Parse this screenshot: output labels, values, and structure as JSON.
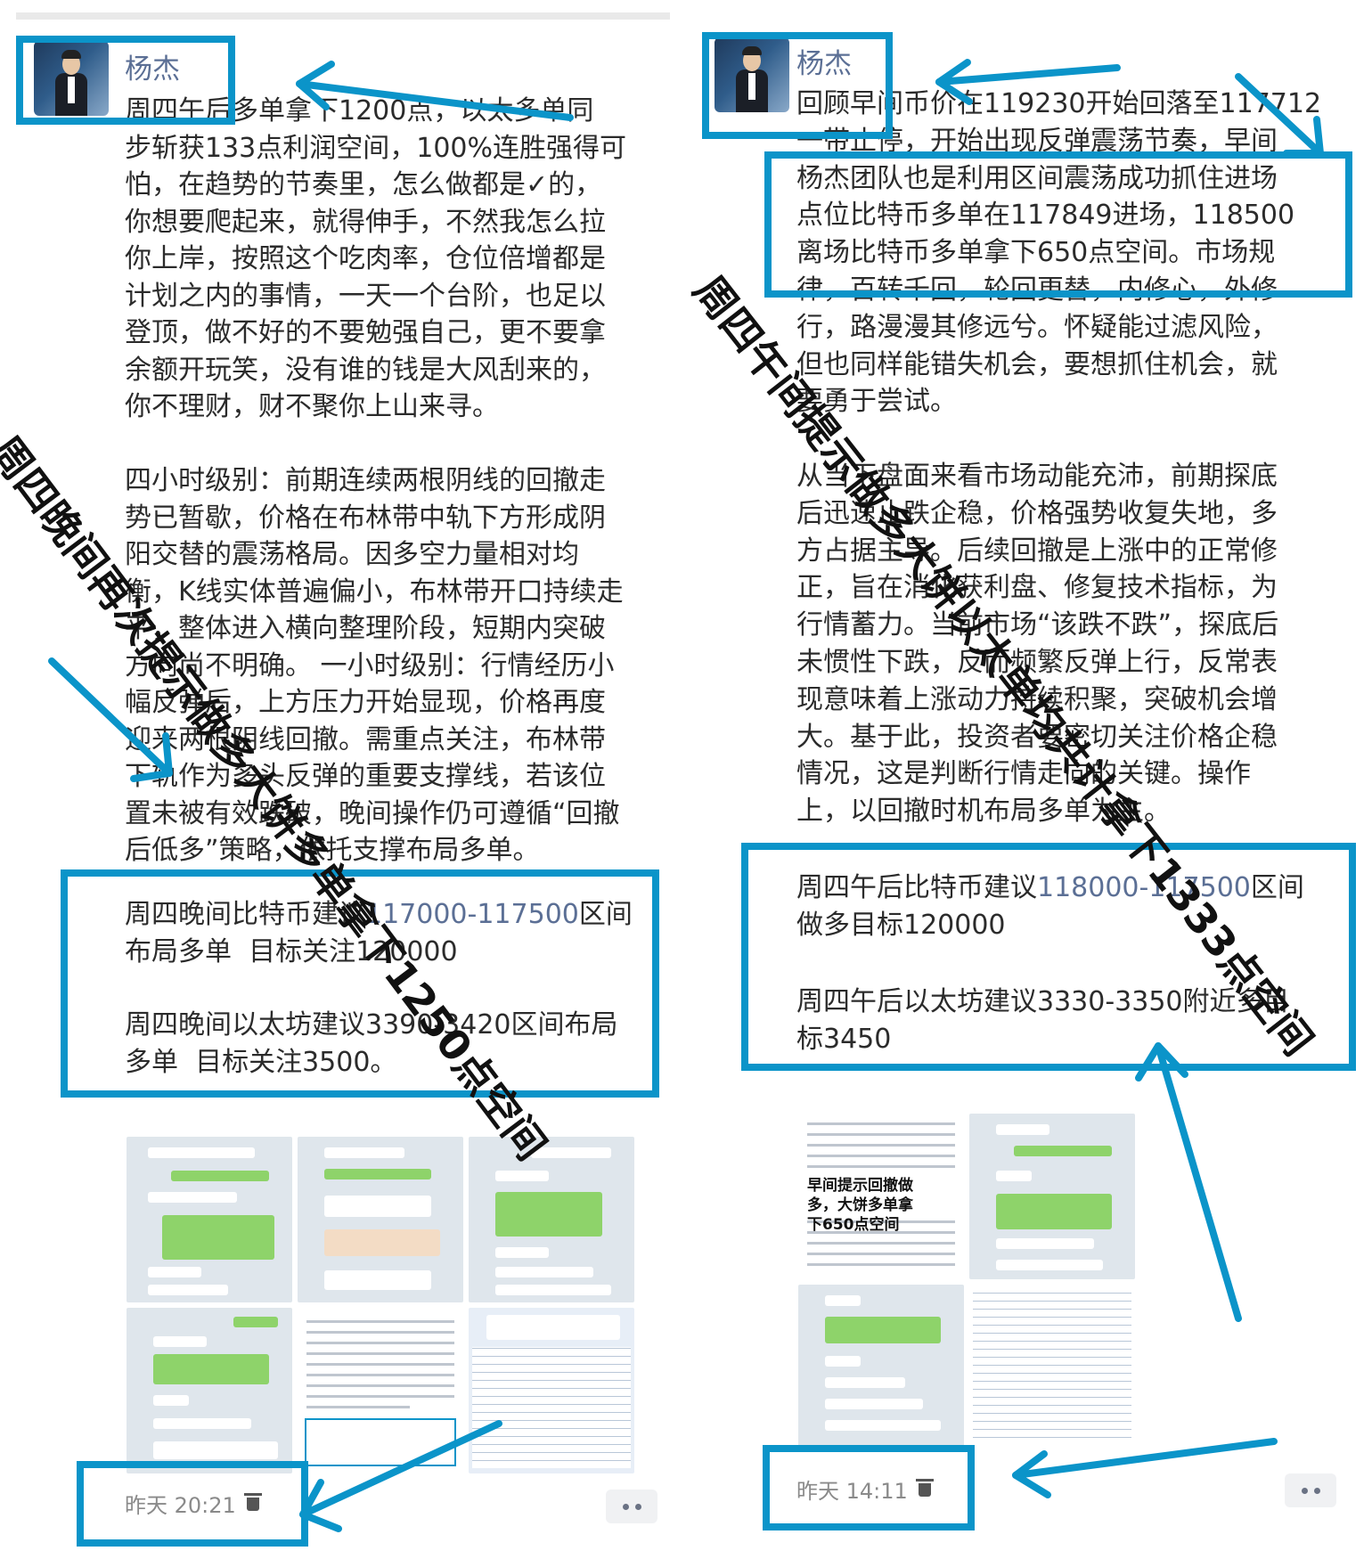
{
  "left": {
    "user_name": "杨杰",
    "post_text": "周四午后多单拿下1200点，以太多单同\n步斩获133点利润空间，100%连胜强得可\n怕，在趋势的节奏里，怎么做都是✓的，\n你想要爬起来，就得伸手，不然我怎么拉\n你上岸，按照这个吃肉率，仓位倍增都是\n计划之内的事情，一天一个台阶，也足以\n登顶，做不好的不要勉强自己，更不要拿\n余额开玩笑，没有谁的钱是大风刮来的，\n你不理财，财不聚你上山来寻。\n\n四小时级别：前期连续两根阴线的回撤走\n势已暂歇，价格在布林带中轨下方形成阴\n阳交替的震荡格局。因多空力量相对均\n衡，K线实体普遍偏小，布林带开口持续走\n平，整体进入横向整理阶段，短期内突破\n方向尚不明确。 一小时级别：行情经历小\n幅反弹后，上方压力开始显现，价格再度\n迎来两根阴线回撤。需重点关注，布林带\n下轨作为多头反弹的重要支撑线，若该位\n置未被有效跌破，晚间操作仍可遵循“回撤\n后低多”策略，依托支撑布局多单。",
    "advice_btc_prefix": "周四晚间比特币建议",
    "advice_btc_range": "117000-117500",
    "advice_btc_suffix": "区间\n布局多单  目标关注120000",
    "advice_eth": "周四晚间以太坊建议3390-3420区间布局\n多单  目标关注3500。",
    "stamp": "周四晚间再次提示做多大饼多单拿下1250点空间",
    "timestamp": "昨天 20:21"
  },
  "right": {
    "user_name": "杨杰",
    "post_text": "回顾早间币价在119230开始回落至117712\n一带止停，开始出现反弹震荡节奏，早间\n杨杰团队也是利用区间震荡成功抓住进场\n点位比特币多单在117849进场，118500\n离场比特币多单拿下650点空间。市场规\n律，百转千回，轮回更替，内修心，外修\n行，路漫漫其修远兮。怀疑能过滤风险，\n但也同样能错失机会，要想抓住机会，就\n要勇于尝试。\n\n从当下盘面来看市场动能充沛，前期探底\n后迅速止跌企稳，价格强势收复失地，多\n方占据主导。后续回撤是上涨中的正常修\n正，旨在消化获利盘、修复技术指标，为\n行情蓄力。当前市场“该跌不跌”，探底后\n未惯性下跌，反而频繁反弹上行，反常表\n现意味着上涨动力持续积聚，突破机会增\n大。基于此，投资者要密切关注价格企稳\n情况，这是判断行情走向的关键。操作\n上，以回撤时机布局多单为主。",
    "advice_btc_prefix": "周四午后比特币建议",
    "advice_btc_range": "118000-117500",
    "advice_btc_suffix": "区间\n做多目标120000",
    "advice_eth": "周四午后以太坊建议3330-3350附近多目\n标3450",
    "stamp": "周四午间提示做多大饼以太单均共计拿下1333点空间",
    "thumb_overlay": "早间提示回撤做\n多，大饼多单拿\n下650点空间",
    "timestamp": "昨天 14:11"
  },
  "colors": {
    "highlight": "#0b94c9",
    "username": "#5b6f95",
    "link": "#5b6f95",
    "text": "#2b2b2b"
  },
  "icons": [
    "trash-icon",
    "more-dots-icon",
    "avatar"
  ]
}
